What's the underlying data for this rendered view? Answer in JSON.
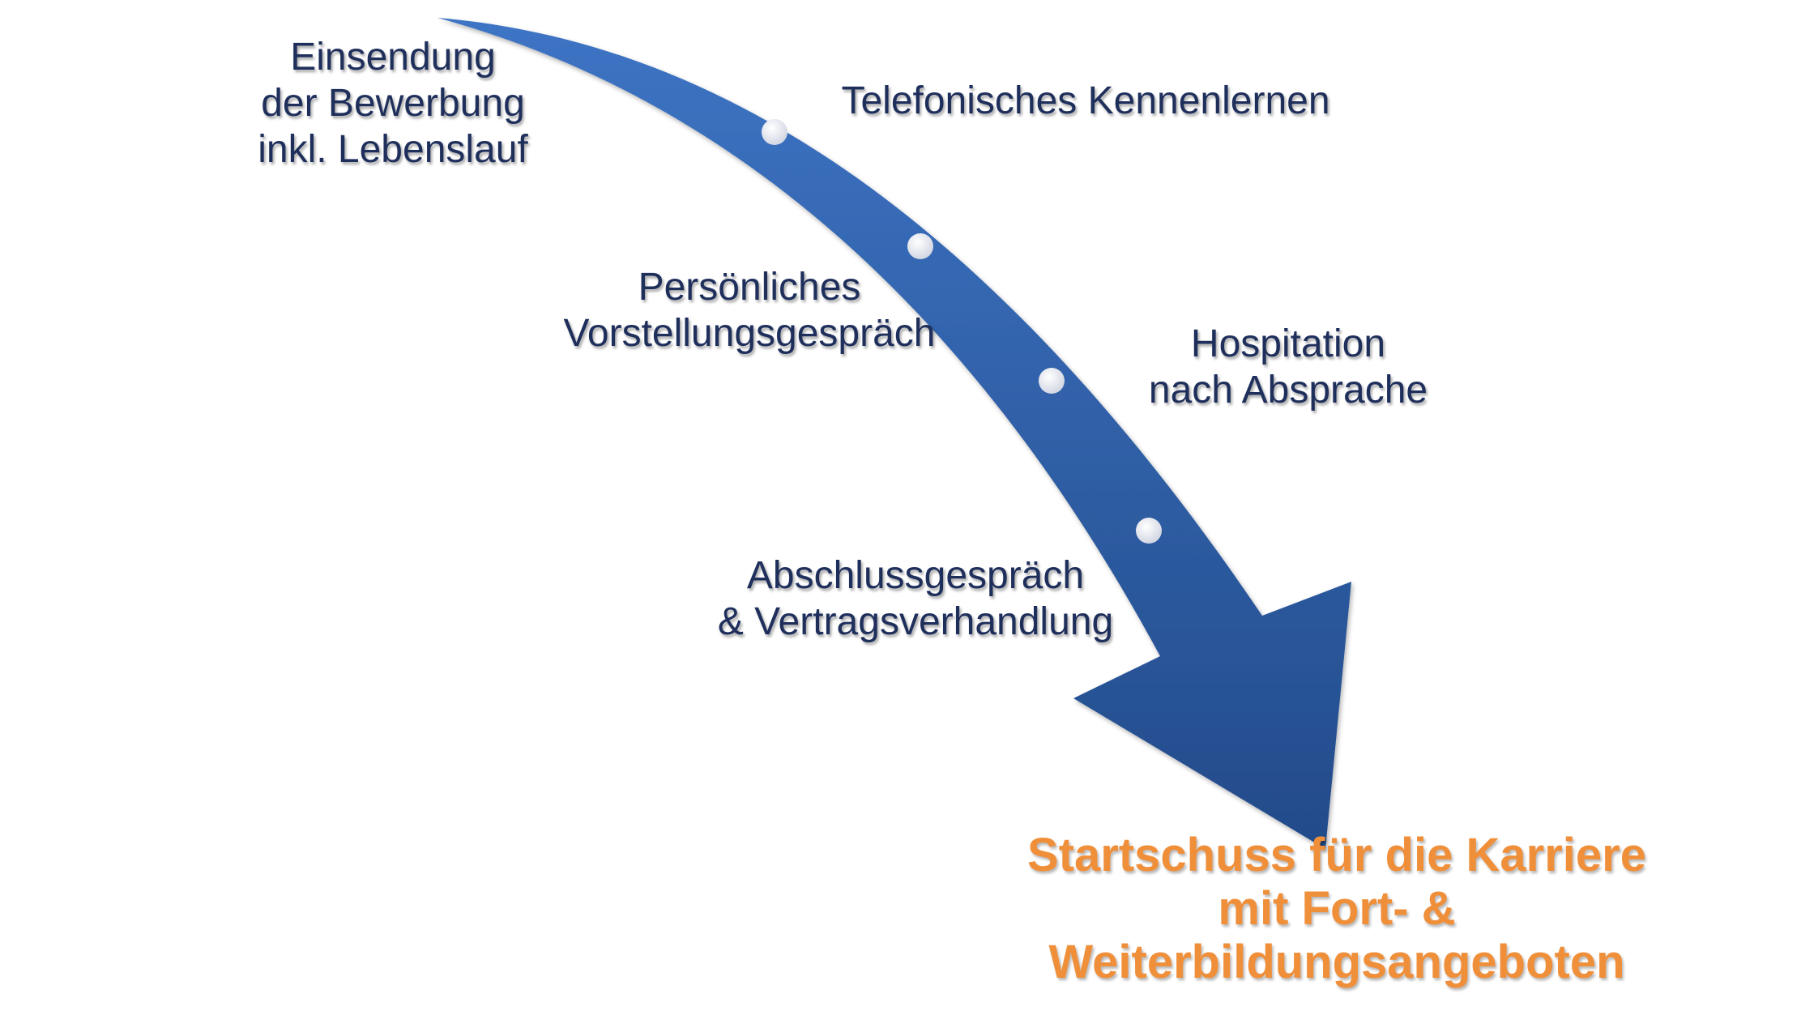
{
  "colors": {
    "arrow_light": "#3d74c4",
    "arrow_dark": "#234b8a",
    "text": "#1f2f5c",
    "goal_text": "#f08f3a",
    "marker": "#d3d7e3"
  },
  "steps": [
    {
      "lines": [
        "Einsendung",
        "der Bewerbung",
        "inkl. Lebenslauf"
      ]
    },
    {
      "lines": [
        "Telefonisches Kennenlernen"
      ]
    },
    {
      "lines": [
        "Persönliches",
        "Vorstellungsgespräch"
      ]
    },
    {
      "lines": [
        "Hospitation",
        "nach Absprache"
      ]
    },
    {
      "lines": [
        "Abschlussgespräch",
        "& Vertragsverhandlung"
      ]
    }
  ],
  "goal": {
    "lines": [
      "Startschuss für die Karriere",
      "mit Fort- &",
      "Weiterbildungsangeboten"
    ]
  }
}
